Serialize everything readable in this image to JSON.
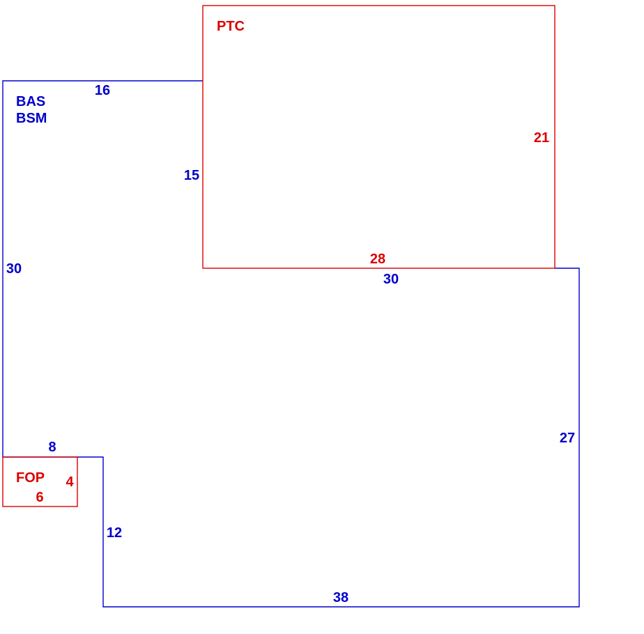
{
  "colors": {
    "main": "#0000CC",
    "addition": "#DD0000"
  },
  "areas": [
    {
      "id": "main",
      "labels": [
        "BAS",
        "BSM"
      ],
      "color": "#0000CC",
      "dimensions": [
        "16",
        "15",
        "30",
        "27",
        "38",
        "12",
        "8",
        "30"
      ]
    },
    {
      "id": "ptc",
      "labels": [
        "PTC"
      ],
      "color": "#DD0000",
      "dimensions": [
        "28",
        "21"
      ]
    },
    {
      "id": "fop",
      "labels": [
        "FOP"
      ],
      "color": "#DD0000",
      "dimensions": [
        "4",
        "6"
      ]
    }
  ],
  "main": {
    "label_line1": "BAS",
    "label_line2": "BSM",
    "dim_top": "16",
    "dim_inner_left": "15",
    "dim_left": "30",
    "dim_mid": "30",
    "dim_right": "27",
    "dim_bottom": "38",
    "dim_step_left": "12",
    "dim_step_top": "8"
  },
  "ptc": {
    "label": "PTC",
    "dim_bottom": "28",
    "dim_right": "21"
  },
  "fop": {
    "label": "FOP",
    "dim_right": "4",
    "dim_bottom": "6"
  }
}
